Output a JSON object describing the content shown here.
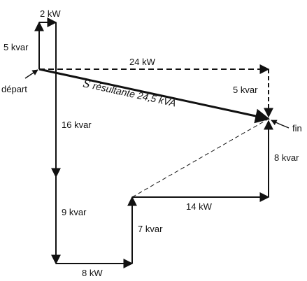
{
  "labels": {
    "seg_2kw": "2 kW",
    "seg_5kvar_left": "5 kvar",
    "start": "départ",
    "ref_24kw": "24 kW",
    "ref_5kvar": "5 kvar",
    "resultant_symbol": "S",
    "resultant_text": " résultante 24,5 kVA",
    "seg_16kvar": "16 kvar",
    "end": "fin",
    "seg_8kvar": "8 kvar",
    "seg_14kw": "14 kW",
    "seg_9kvar": "9 kvar",
    "seg_7kvar": "7 kvar",
    "seg_8kw": "8 kW"
  },
  "colors": {
    "line": "#111111",
    "background": "#ffffff"
  }
}
